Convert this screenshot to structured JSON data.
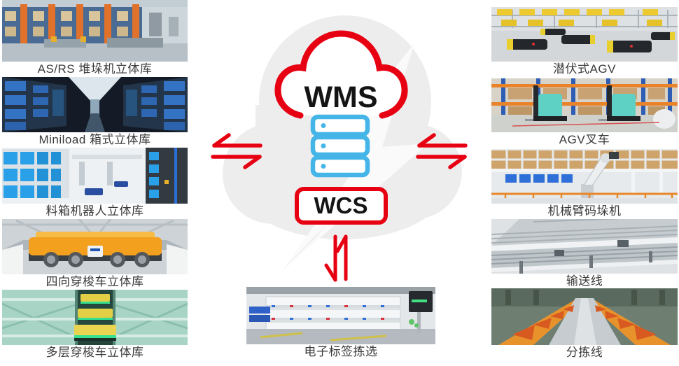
{
  "center": {
    "wms_label": "WMS",
    "wcs_label": "WCS"
  },
  "left_items": [
    {
      "label": "AS/RS 堆垛机立体库"
    },
    {
      "label": "Miniload 箱式立体库"
    },
    {
      "label": "料箱机器人立体库"
    },
    {
      "label": "四向穿梭车立体库"
    },
    {
      "label": "多层穿梭车立体库"
    }
  ],
  "right_items": [
    {
      "label": "潜伏式AGV"
    },
    {
      "label": "AGV叉车"
    },
    {
      "label": "机械臂码垛机"
    },
    {
      "label": "输送线"
    },
    {
      "label": "分拣线"
    }
  ],
  "bottom_item": {
    "label": "电子标签拣选"
  },
  "icons": {
    "cloud": "wms-cloud-icon",
    "server": "server-stack-icon",
    "exchange_arrows": "red-harpoon-exchange-arrows",
    "vertical_arrows": "red-harpoon-vertical-arrows",
    "lightning": "lightning-bolt-watermark"
  },
  "colors": {
    "accent_red": "#e60012",
    "server_blue": "#45b5e8",
    "cloud_gray": "#ededed",
    "label_text": "#3a3a3a"
  }
}
